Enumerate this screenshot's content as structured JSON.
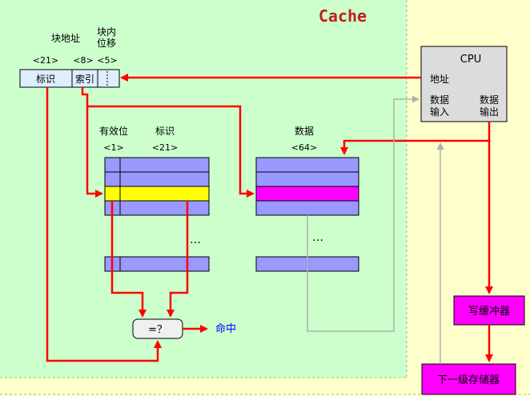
{
  "diagram": {
    "cache_title": "Cache",
    "address": {
      "block_address_label": "块地址",
      "block_offset_label_line1": "块内",
      "block_offset_label_line2": "位移",
      "tag_width": "<21>",
      "index_width": "<8>",
      "offset_width": "<5>",
      "tag_field": "标识",
      "index_field": "索引"
    },
    "tag_array": {
      "valid_label": "有效位",
      "valid_width": "<1>",
      "tag_label": "标识",
      "tag_width": "<21>",
      "ellipsis": "…"
    },
    "data_array": {
      "label": "数据",
      "width": "<64>",
      "ellipsis": "…"
    },
    "comparator": {
      "label": "=？",
      "hit_label": "命中"
    },
    "cpu": {
      "title": "CPU",
      "address_label": "地址",
      "data_in_line1": "数据",
      "data_in_line2": "输入",
      "data_out_line1": "数据",
      "data_out_line2": "输出"
    },
    "write_buffer": "写缓冲器",
    "next_level_memory": "下一级存储器"
  },
  "colors": {
    "cache_background": "#ccffcc",
    "outer_background": "#ffffcc",
    "rows": "#9999ff",
    "selected_tag_row": "#ffff00",
    "selected_data_row": "#ff00ff",
    "signal": "#ff0000",
    "hit_text": "#0000ff",
    "cpu_box": "#dcdcdc",
    "buffer_boxes": "#ff00ff"
  }
}
